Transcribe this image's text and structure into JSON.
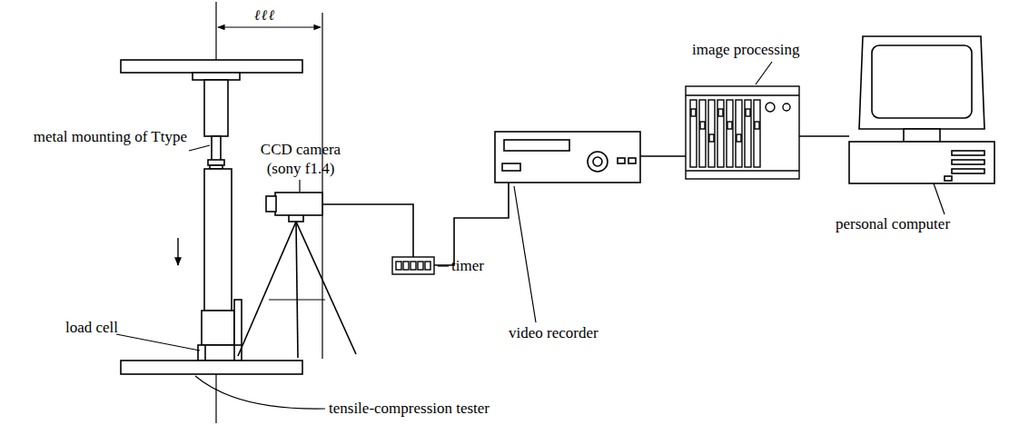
{
  "diagram": {
    "labels": [
      "ℓℓℓ",
      "metal mounting of Ttype",
      "CCD camera (sony f1.4)",
      "image processing",
      "personal computer",
      "load cell",
      "timer",
      "video recorder",
      "tensile-compression tester"
    ]
  }
}
